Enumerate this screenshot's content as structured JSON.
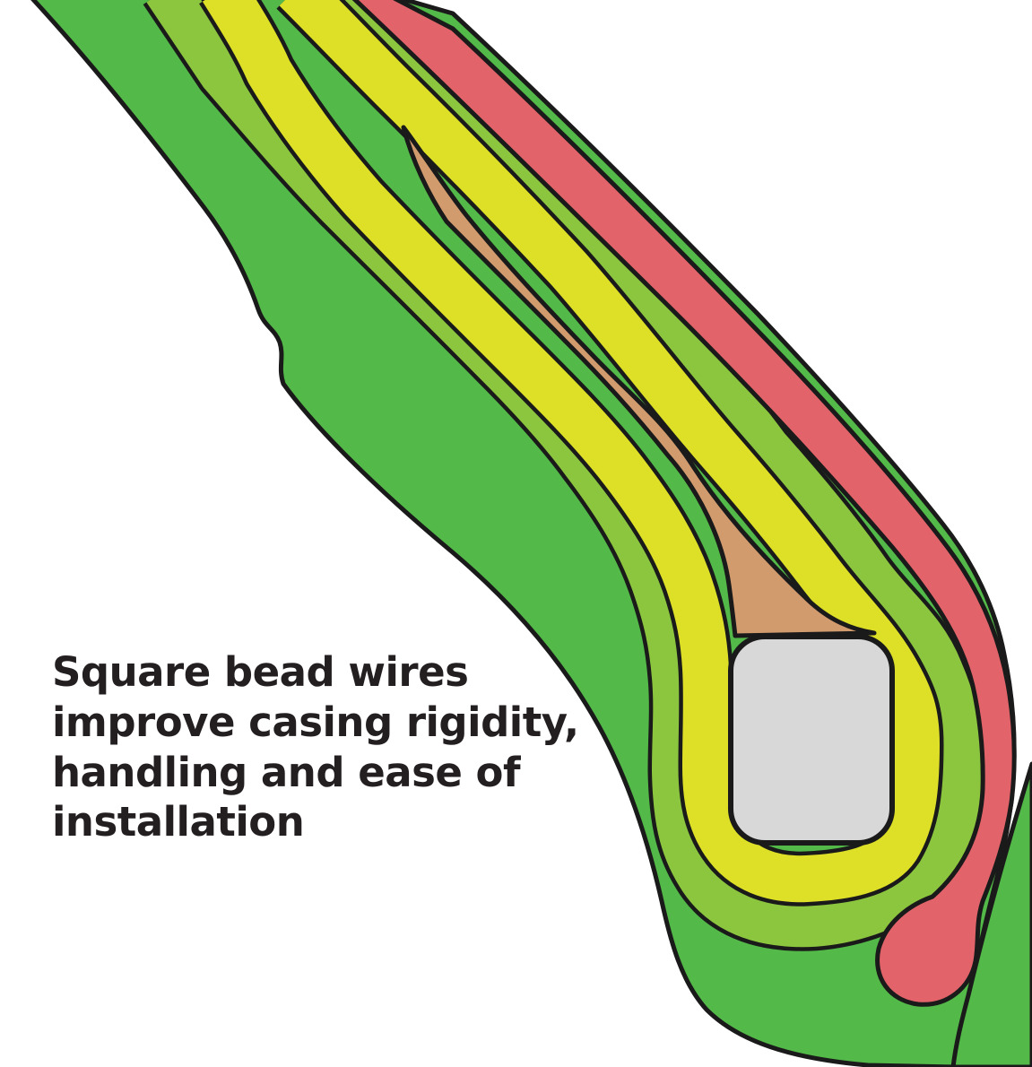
{
  "diagram": {
    "caption": "Square bead wires\nimprove casing rigidity,\nhandling and ease of\ninstallation",
    "parts": {
      "inner_liner": "inner liner rubber (green)",
      "casing_ply_outer": "casing ply (light green)",
      "casing_ply_inner": "casing ply (yellow)",
      "bead_apex": "bead apex filler (tan)",
      "outer_sidewall": "outer sidewall rubber (red)",
      "bead_wire": "square bead wire (gray)",
      "bead_base": "bead base rubber (green wedge)"
    },
    "colors": {
      "green": "#53b948",
      "light_green": "#8cc63e",
      "yellow": "#dde026",
      "tan": "#d29b6e",
      "red": "#e2646a",
      "gray": "#d8d8d8",
      "outline": "#1a1a1a",
      "text": "#231f20",
      "background": "#ffffff"
    }
  }
}
